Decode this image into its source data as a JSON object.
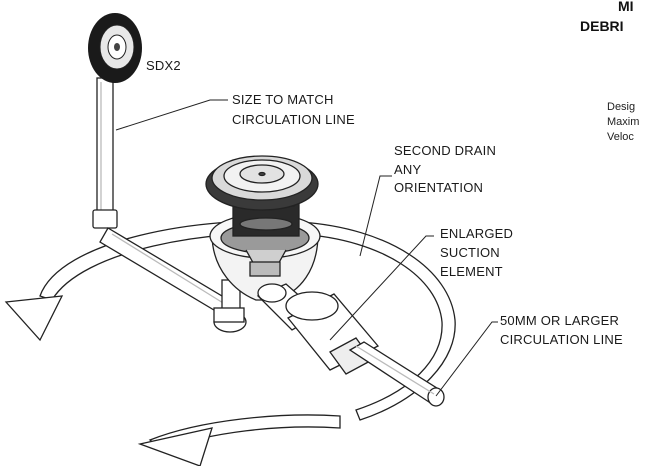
{
  "header": {
    "line1": "MI",
    "line2": "DEBRI"
  },
  "side_notes": {
    "line1": "Desig",
    "line2": "Maxim",
    "line3": "Veloc"
  },
  "labels": {
    "sdx2": "SDX2",
    "size_match_1": "SIZE TO MATCH",
    "size_match_2": "CIRCULATION LINE",
    "second_drain_1": "SECOND DRAIN",
    "second_drain_2": "ANY",
    "second_drain_3": "ORIENTATION",
    "enlarged_1": "ENLARGED",
    "enlarged_2": "SUCTION",
    "enlarged_3": "ELEMENT",
    "circ_1": "50MM OR LARGER",
    "circ_2": "CIRCULATION LINE"
  }
}
